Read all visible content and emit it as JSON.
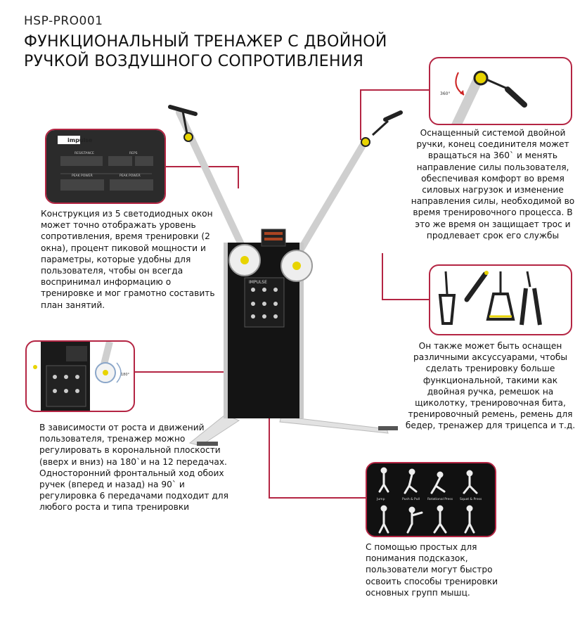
{
  "header": {
    "model": "HSP-PRO001",
    "title": "ФУНКЦИОНАЛЬНЫЙ ТРЕНАЖЕР С ДВОЙНОЙ РУЧКОЙ ВОЗДУШНОГО СОПРОТИВЛЕНИЯ"
  },
  "display_panel": {
    "brand": "impulse",
    "label_resistance": "RESISTANCE",
    "label_reps": "REPS",
    "label_peak_left": "PEAK POWER",
    "label_peak_right": "PEAK POWER"
  },
  "swivel": {
    "angle_label": "360°"
  },
  "adjust": {
    "angle_label": "180°"
  },
  "icons_panel": {
    "labels": [
      "Jump",
      "Push & Pull",
      "Rotational Press",
      "Squat & Press"
    ]
  },
  "descriptions": {
    "display": "Конструкция из 5 светодиодных окон может точно отображать уровень сопротивления, время тренировки (2 окна), процент пиковой мощности и параметры, которые удобны для пользователя, чтобы он всегда воспринимал информацию о тренировке и мог грамотно составить план занятий.",
    "swivel": "Оснащенный системой двойной ручки, конец соединителя может вращаться на 360` и менять направление силы пользователя, обеспечивая комфорт во время силовых нагрузок и изменение направления силы, необходимой во время тренировочного процесса. В это же время он защищает трос и продлевает срок его службы",
    "accessories": "Он также может быть оснащен различными аксуссуарами, чтобы сделать тренировку больше функциональной, такими как двойная ручка, ремешок на щиколотку, тренировочная бита, тренировочный ремень, ремень для бедер, тренажер для трицепса и т.д.",
    "adjust": "В зависимости от роста и движений пользователя, тренажер можно регулировать в корональной плоскости (вверх и вниз) на 180`и на 12 передачах. Односторонний фронтальный ход обоих ручек (вперед и назад) на 90` и регулировка 6 передачами подходит для любого роста и типа тренировки",
    "icons": "С помощью простых для понимания подсказок, пользователи могут быстро освоить способы тренировки основных групп мышц."
  },
  "colors": {
    "accent": "#b42543",
    "frame": "#111111",
    "arm": "#d9d9d9"
  }
}
